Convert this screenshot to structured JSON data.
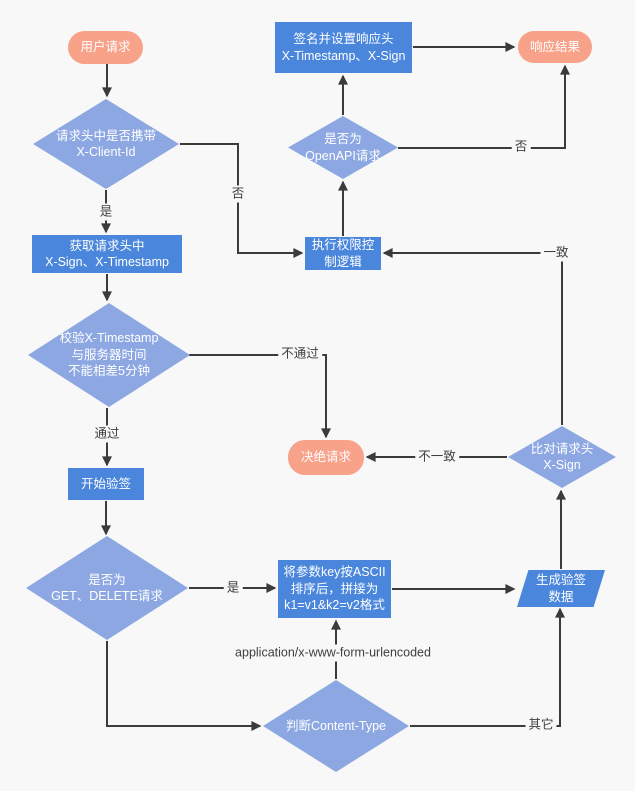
{
  "diagram": {
    "type": "flowchart",
    "topic": "OpenAPI request signature verification flow"
  },
  "nodes": {
    "user_request": {
      "label": "用户请求",
      "shape": "terminator"
    },
    "sign_response": {
      "label": "签名并设置响应头\nX-Timestamp、X-Sign",
      "shape": "process"
    },
    "response_result": {
      "label": "响应结果",
      "shape": "terminator"
    },
    "check_client_id": {
      "label": "请求头中是否携带\nX-Client-Id",
      "shape": "decision"
    },
    "is_openapi": {
      "label": "是否为\nOpenAPI请求",
      "shape": "decision"
    },
    "get_headers": {
      "label": "获取请求头中\nX-Sign、X-Timestamp",
      "shape": "process"
    },
    "exec_permission": {
      "label": "执行权限控\n制逻辑",
      "shape": "process"
    },
    "check_timestamp": {
      "label": "校验X-Timestamp\n与服务器时间\n不能相差5分钟",
      "shape": "decision"
    },
    "reject_request": {
      "label": "决绝请求",
      "shape": "terminator"
    },
    "compare_sign": {
      "label": "比对请求头\nX-Sign",
      "shape": "decision"
    },
    "start_verify": {
      "label": "开始验签",
      "shape": "process"
    },
    "is_get_delete": {
      "label": "是否为\nGET、DELETE请求",
      "shape": "decision"
    },
    "sort_params": {
      "label": "将参数key按ASCII\n排序后，拼接为\nk1=v1&k2=v2格式",
      "shape": "process"
    },
    "gen_verify_data": {
      "label": "生成验签数据",
      "shape": "data"
    },
    "check_content_type": {
      "label": "判断Content-Type",
      "shape": "decision"
    }
  },
  "edge_labels": {
    "client_id_yes": "是",
    "client_id_no": "否",
    "timestamp_pass": "通过",
    "timestamp_fail": "不通过",
    "sign_match": "一致",
    "sign_mismatch": "不一致",
    "openapi_no": "否",
    "get_delete_yes": "是",
    "content_type_form": "application/x-www-form-urlencoded",
    "content_type_other": "其它"
  },
  "colors": {
    "terminator_fill": "#F8A289",
    "process_fill": "#4A86DB",
    "decision_fill": "#8CA7E2",
    "line": "#3B3B3B",
    "node_text": "#FFFFFF",
    "label_text": "#3F3F3F",
    "background": "#F8F8F8"
  }
}
